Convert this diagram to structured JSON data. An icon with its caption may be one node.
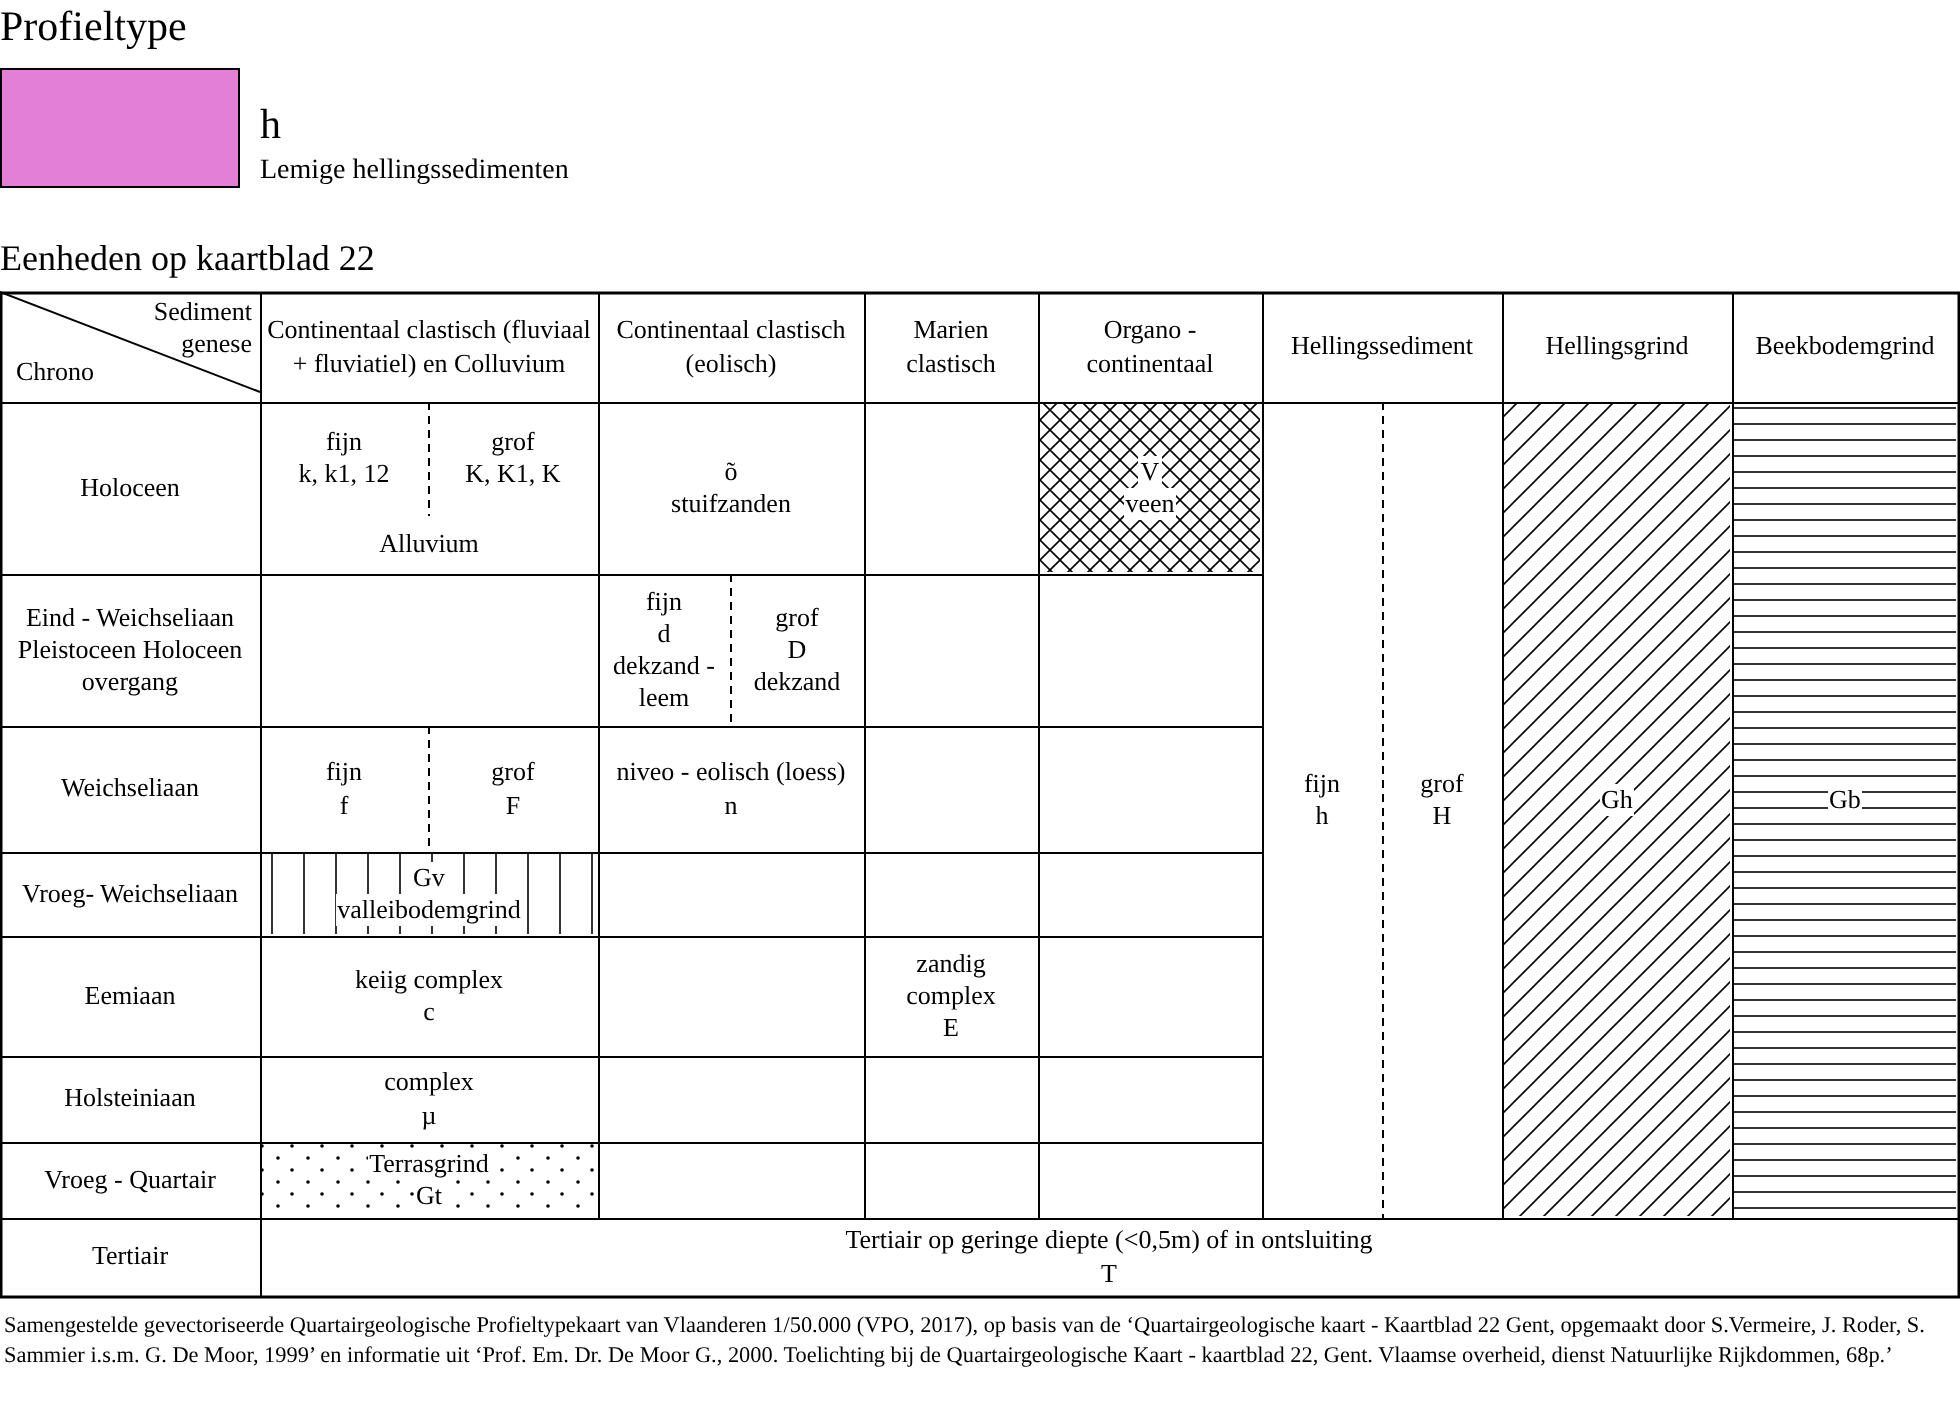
{
  "diagram": {
    "title": "Profieltype",
    "caption": "Samengestelde gevectoriseerde Quartairgeologische Profieltypekaart van Vlaanderen 1/50.000 (VPO, 2017), op basis van de ‘Quartairgeologische kaart - Kaartblad 22 Gent, opgemaakt door S.Vermeire, J. Roder, S. Sammier i.s.m. G. De Moor, 1999’ en informatie uit ‘Prof. Em. Dr. De Moor G., 2000. Toelichting bij de Quartairgeologische Kaart - kaartblad 22, Gent. Vlaamse overheid, dienst Natuurlijke Rijkdommen, 68p.’",
    "legend": [
      {
        "text": "h",
        "color": "#e47fd8"
      }
    ],
    "labels": [
      "Lemige hellingssedimenten",
      "Eenheden op kaartblad 22",
      "Sediment genese",
      "Chrono",
      "Continentaal clastisch (fluviaal + fluviatiel) en Colluvium",
      "Continentaal clastisch (eolisch)",
      "Marien clastisch",
      "Organo - continentaal",
      "Hellingssediment",
      "Hellingsgrind",
      "Beekbodemgrind",
      "Holoceen",
      "fijn",
      "k, k1, 12",
      "grof",
      "K, K1, K",
      "Alluvium",
      "õ",
      "stuifzanden",
      "V",
      "veen",
      "fijn",
      "h",
      "grof",
      "H",
      "Gh",
      "Gb",
      "Eind - Weichseliaan Pleistoceen Holoceen overgang",
      "fijn",
      "d",
      "dekzand - leem",
      "grof",
      "D",
      "dekzand",
      "Weichseliaan",
      "fijn",
      "f",
      "grof",
      "F",
      "niveo - eolisch (loess)",
      "n",
      "Vroeg- Weichseliaan",
      "Gv",
      "valleibodemgrind",
      "Eemiaan",
      "keiig complex",
      "c",
      "zandig complex",
      "E",
      "Holsteiniaan",
      "complex",
      "µ",
      "Vroeg - Quartair",
      "Terrasgrind",
      "Gt",
      "Tertiair",
      "Tertiair op geringe diepte (<0,5m) of in ontsluiting",
      "T"
    ]
  }
}
